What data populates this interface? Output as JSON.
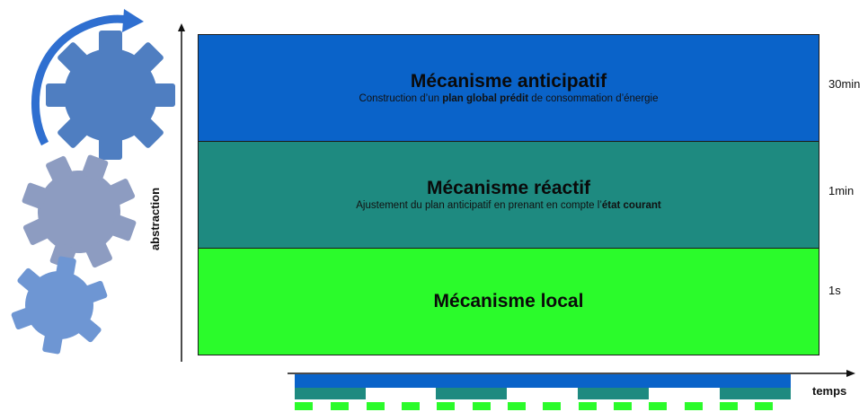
{
  "axis": {
    "vertical_label": "abstraction",
    "horizontal_label": "temps"
  },
  "layers": [
    {
      "title": "Mécanisme anticipatif",
      "sub_before": "Construction d’un ",
      "sub_bold": "plan global prédit",
      "sub_after": " de consommation d’énergie",
      "time": "30min",
      "color": "#0a63c9"
    },
    {
      "title": "Mécanisme réactif",
      "sub_before": "Ajustement du plan anticipatif en prenant en compte l’",
      "sub_bold": "état courant",
      "sub_after": "",
      "time": "1min",
      "color": "#1e8a80"
    },
    {
      "title": "Mécanisme local",
      "sub_before": "",
      "sub_bold": "",
      "sub_after": "",
      "time": "1s",
      "color": "#2bfb2b"
    }
  ],
  "gears": [
    {
      "name": "top-gear",
      "color": "#4f7ec1"
    },
    {
      "name": "middle-gear",
      "color": "#8d9cc1"
    },
    {
      "name": "bottom-gear",
      "color": "#6e96d3"
    }
  ]
}
